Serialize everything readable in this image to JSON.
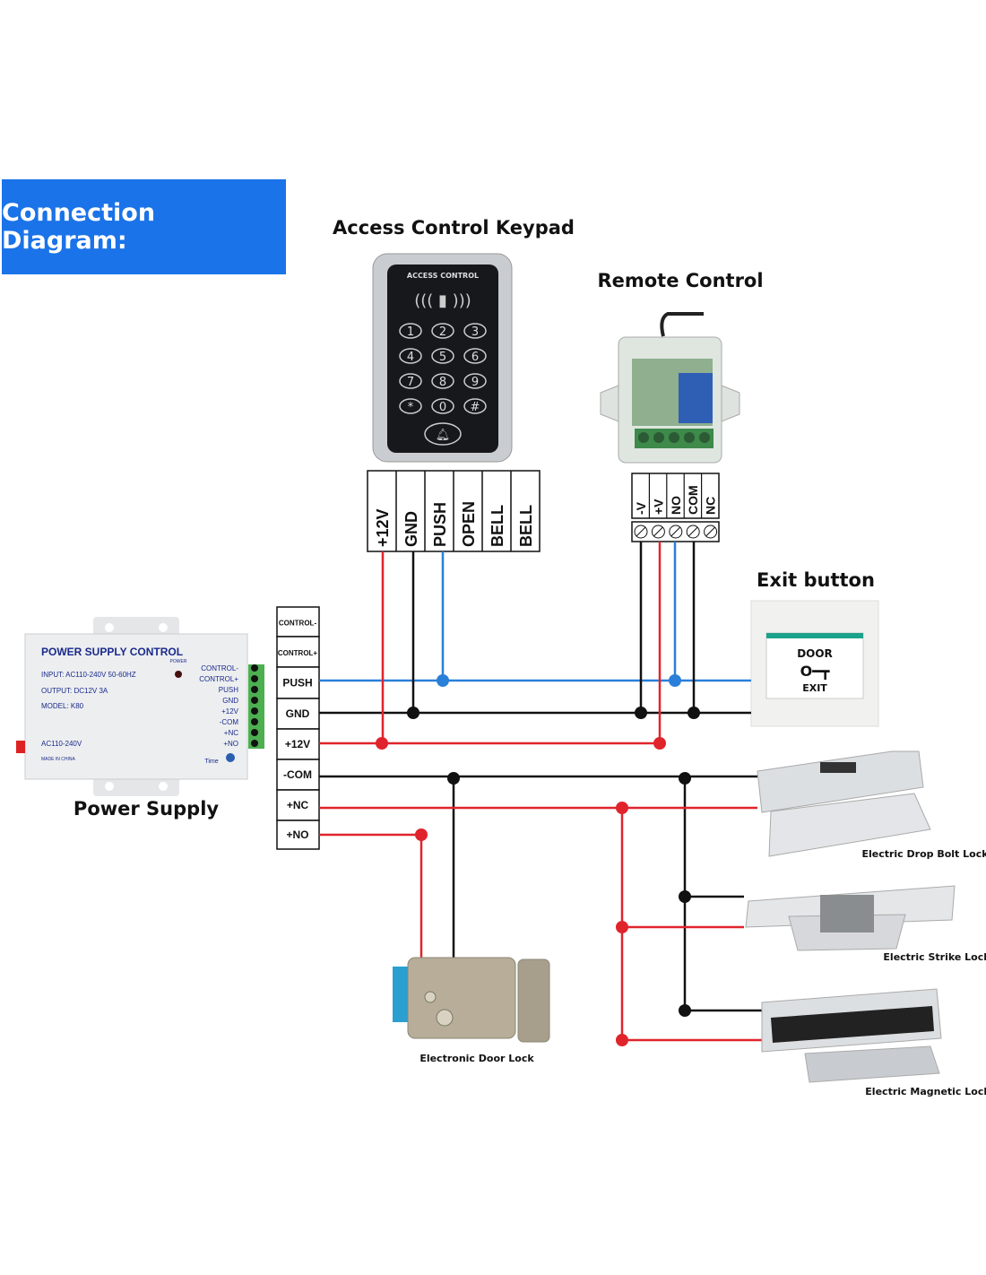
{
  "title": "Connection Diagram:",
  "keypad": {
    "heading": "Access Control Keypad",
    "brand": "ACCESS CONTROL",
    "keys": [
      "1",
      "2",
      "3",
      "4",
      "5",
      "6",
      "7",
      "8",
      "9",
      "*",
      "0",
      "#"
    ],
    "terminals": [
      "+12V",
      "GND",
      "PUSH",
      "OPEN",
      "BELL",
      "BELL"
    ]
  },
  "remote": {
    "heading": "Remote Control",
    "terminals": [
      "-V",
      "+V",
      "NO",
      "COM",
      "NC"
    ]
  },
  "exit_button": {
    "heading": "Exit button",
    "line1": "DOOR",
    "line2": "EXIT"
  },
  "power_supply": {
    "heading": "Power Supply",
    "brand": "POWER SUPPLY CONTROL",
    "input": "INPUT: AC110-240V 50-60HZ",
    "output": "OUTPUT: DC12V 3A",
    "model": "MODEL: K80",
    "ac": "AC110-240V",
    "made": "MADE IN CHINA",
    "power_label": "POWER",
    "time_label": "Time",
    "side_labels": [
      "CONTROL-",
      "CONTROL+",
      "PUSH",
      "GND",
      "+12V",
      "-COM",
      "+NC",
      "+NO"
    ],
    "terminals": [
      "CONTROL-",
      "CONTROL+",
      "PUSH",
      "GND",
      "+12V",
      "-COM",
      "+NC",
      "+NO"
    ]
  },
  "locks": {
    "drop_bolt": "Electric Drop Bolt Lock",
    "strike": "Electric Strike Lock",
    "magnetic": "Electric Magnetic Lock",
    "door": "Electronic Door Lock"
  },
  "colors": {
    "title_bg": "#1a73e8",
    "wire_red": "#e0242c",
    "wire_black": "#111111",
    "wire_blue": "#2a7fd8"
  }
}
